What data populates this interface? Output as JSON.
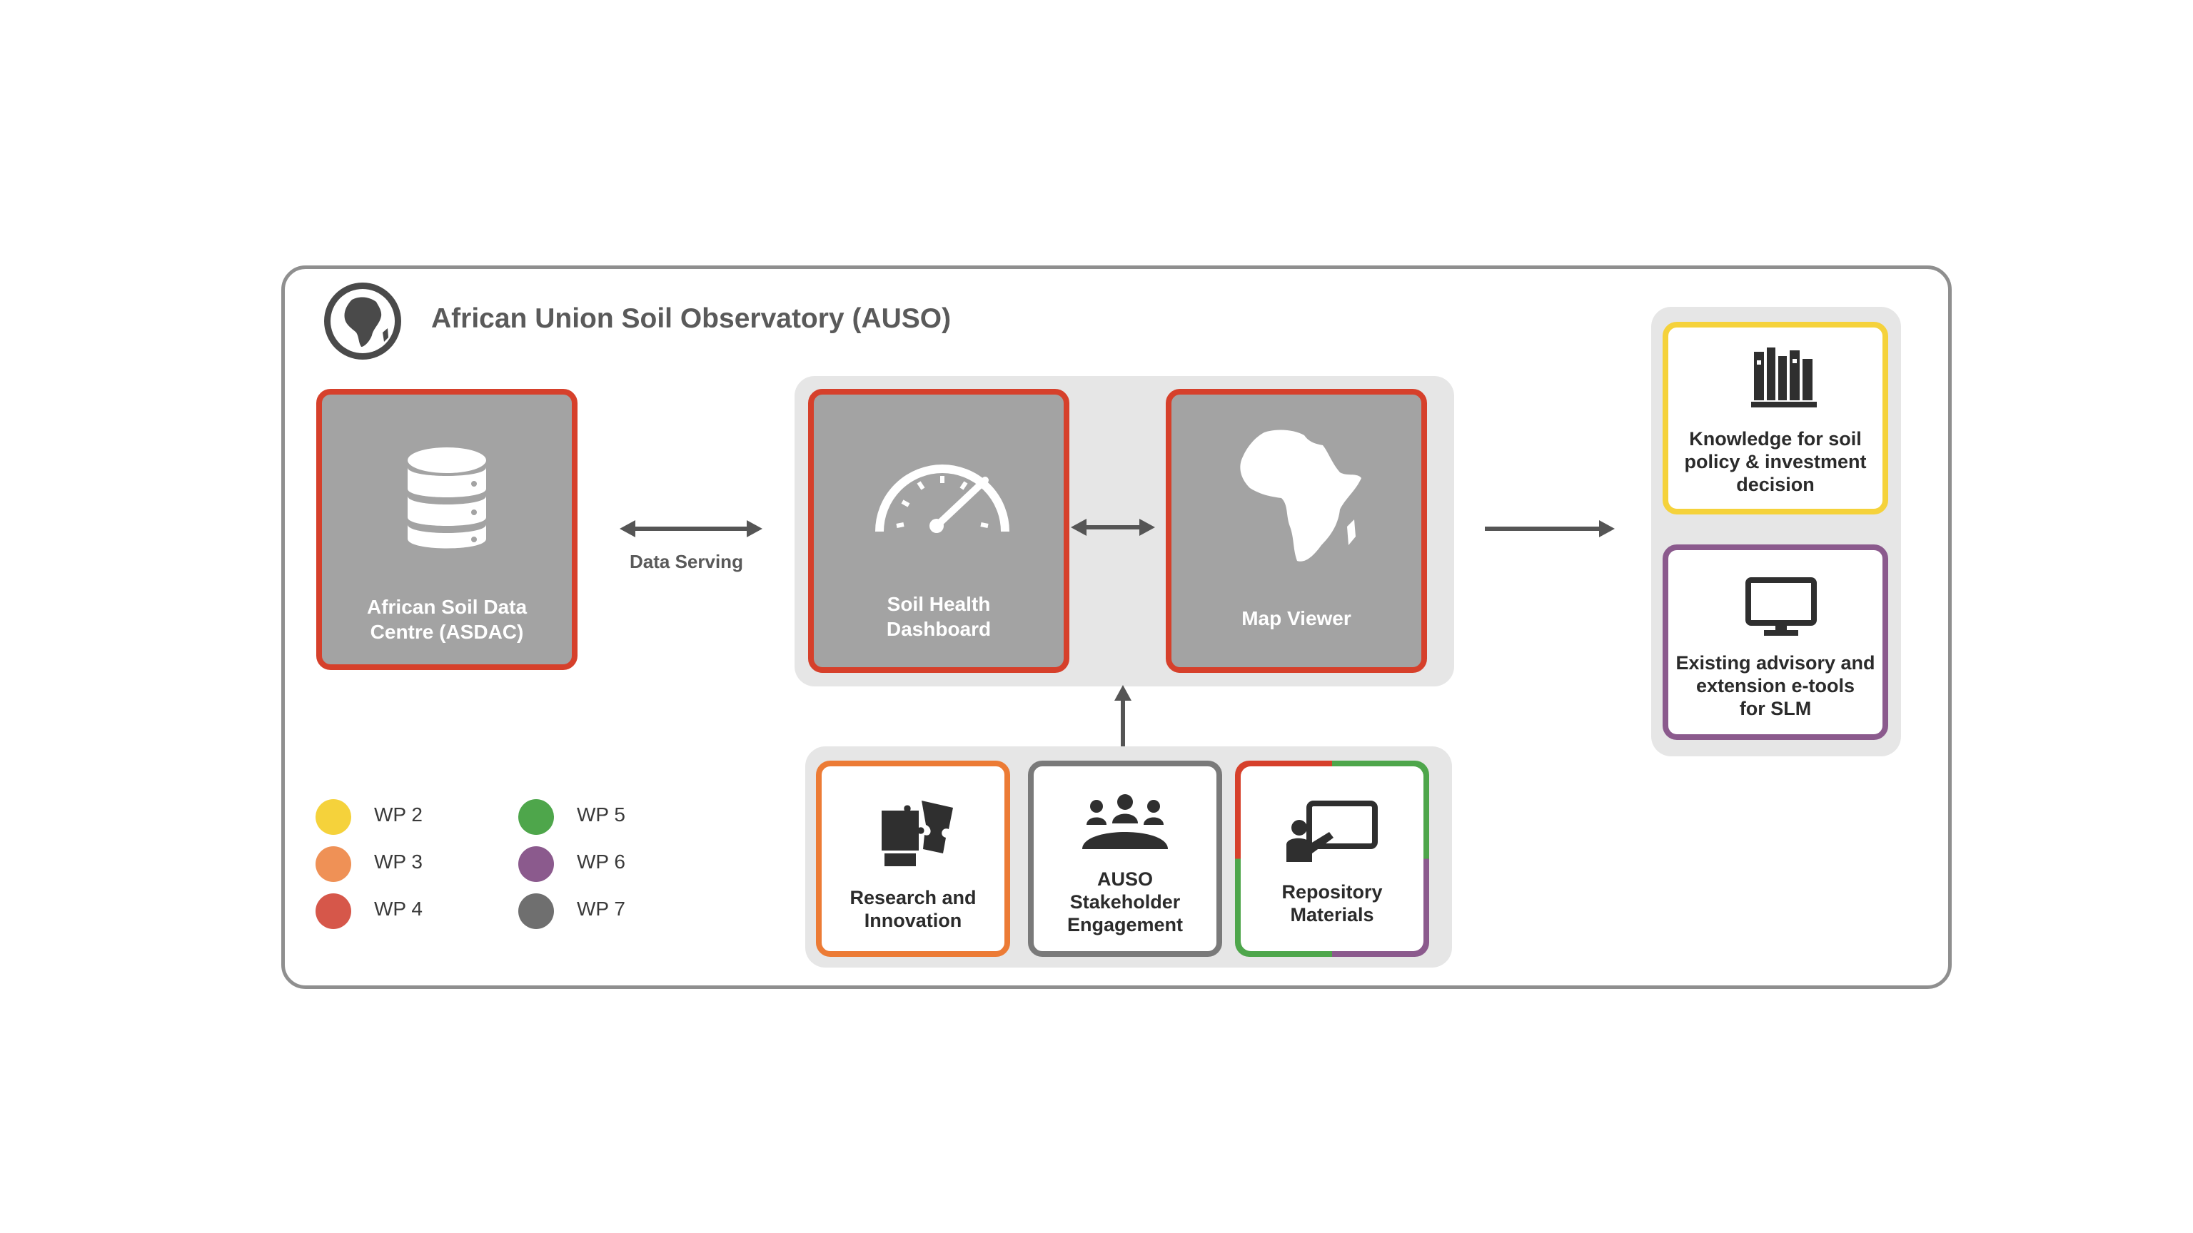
{
  "title": "African Union Soil Observatory (AUSO)",
  "asdac": {
    "label_line1": "African Soil Data",
    "label_line2": "Centre (ASDAC)"
  },
  "data_serving_label": "Data Serving",
  "dashboard": {
    "label_line1": "Soil Health",
    "label_line2": "Dashboard"
  },
  "map_viewer": {
    "label": "Map Viewer"
  },
  "research": {
    "label_line1": "Research and",
    "label_line2": "Innovation"
  },
  "stakeholder": {
    "label_line1": "AUSO",
    "label_line2": "Stakeholder",
    "label_line3": "Engagement"
  },
  "repository": {
    "label_line1": "Repository",
    "label_line2": "Materials"
  },
  "knowledge": {
    "label_line1": "Knowledge for soil",
    "label_line2": "policy & investment",
    "label_line3": "decision"
  },
  "advisory": {
    "label_line1": "Existing advisory and",
    "label_line2": "extension e-tools",
    "label_line3": "for SLM"
  },
  "legend": [
    {
      "label": "WP 2",
      "color": "#f5d23b"
    },
    {
      "label": "WP 3",
      "color": "#ef9156"
    },
    {
      "label": "WP 4",
      "color": "#d6574a"
    },
    {
      "label": "WP 5",
      "color": "#4ea64b"
    },
    {
      "label": "WP 6",
      "color": "#8b5a8d"
    },
    {
      "label": "WP 7",
      "color": "#6f6f6f"
    }
  ],
  "colors": {
    "wp2_yellow": "#f5d23b",
    "wp3_orange": "#ec7b35",
    "wp4_red": "#d6402b",
    "wp5_green": "#4ea64b",
    "wp6_purple": "#8b5a8d",
    "wp7_grey": "#7a7a7a",
    "box_fill": "#a3a3a3",
    "group_bg": "#e6e6e6"
  }
}
